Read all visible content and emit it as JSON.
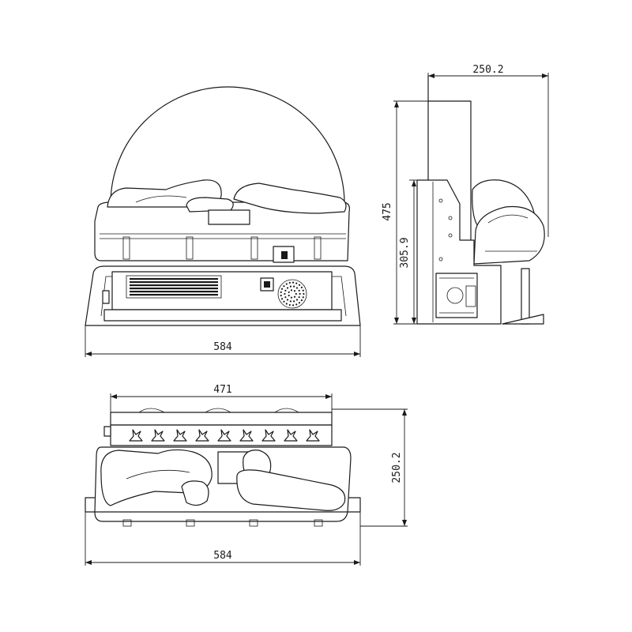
{
  "dimensions": {
    "front_width": "584",
    "side_depth": "250.2",
    "side_height": "475",
    "side_body_height": "305.9",
    "top_inner_width": "471",
    "top_depth": "250.2",
    "top_width": "584"
  }
}
